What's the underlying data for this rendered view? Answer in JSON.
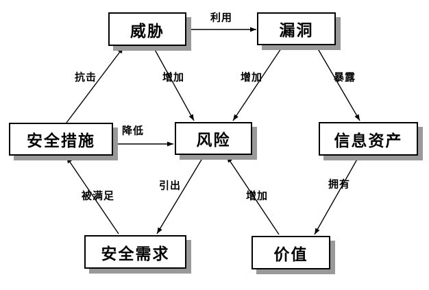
{
  "diagram": {
    "nodes": {
      "threat": {
        "label": "威胁"
      },
      "vulnerability": {
        "label": "漏洞"
      },
      "security_measure": {
        "label": "安全措施"
      },
      "risk": {
        "label": "风险"
      },
      "info_asset": {
        "label": "信息资产"
      },
      "security_requirement": {
        "label": "安全需求"
      },
      "value": {
        "label": "价值"
      }
    },
    "edges": {
      "exploit": {
        "label": "利用",
        "from": "threat",
        "to": "vulnerability"
      },
      "resist": {
        "label": "抗击",
        "from": "security_measure",
        "to": "threat"
      },
      "threat_increase": {
        "label": "增加",
        "from": "threat",
        "to": "risk"
      },
      "vuln_increase": {
        "label": "增加",
        "from": "vulnerability",
        "to": "risk"
      },
      "expose": {
        "label": "暴露",
        "from": "vulnerability",
        "to": "info_asset"
      },
      "reduce": {
        "label": "降低",
        "from": "security_measure",
        "to": "risk"
      },
      "satisfied_by": {
        "label": "被满足",
        "from": "security_requirement",
        "to": "security_measure"
      },
      "derive": {
        "label": "引出",
        "from": "risk",
        "to": "security_requirement"
      },
      "value_increase": {
        "label": "增加",
        "from": "value",
        "to": "risk"
      },
      "own": {
        "label": "拥有",
        "from": "info_asset",
        "to": "value"
      }
    },
    "colors": {
      "line": "#000000",
      "box_border": "#000000",
      "box_fill": "#ffffff",
      "box_shadow": "#999999",
      "background": "#ffffff"
    }
  }
}
